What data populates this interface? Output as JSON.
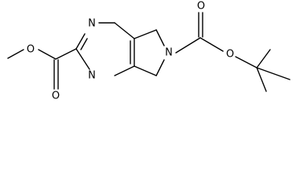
{
  "molecule": {
    "atoms": {
      "n_ring_top": "N",
      "n_ring_bottom": "N",
      "n_pyrrolidine": "N",
      "o_ester_single": "O",
      "o_ester_double": "O",
      "o_carbamate_double": "O",
      "o_carbamate_single": "O"
    }
  },
  "colors": {
    "bond": "#000000",
    "label": "#000000",
    "background": "#ffffff"
  }
}
